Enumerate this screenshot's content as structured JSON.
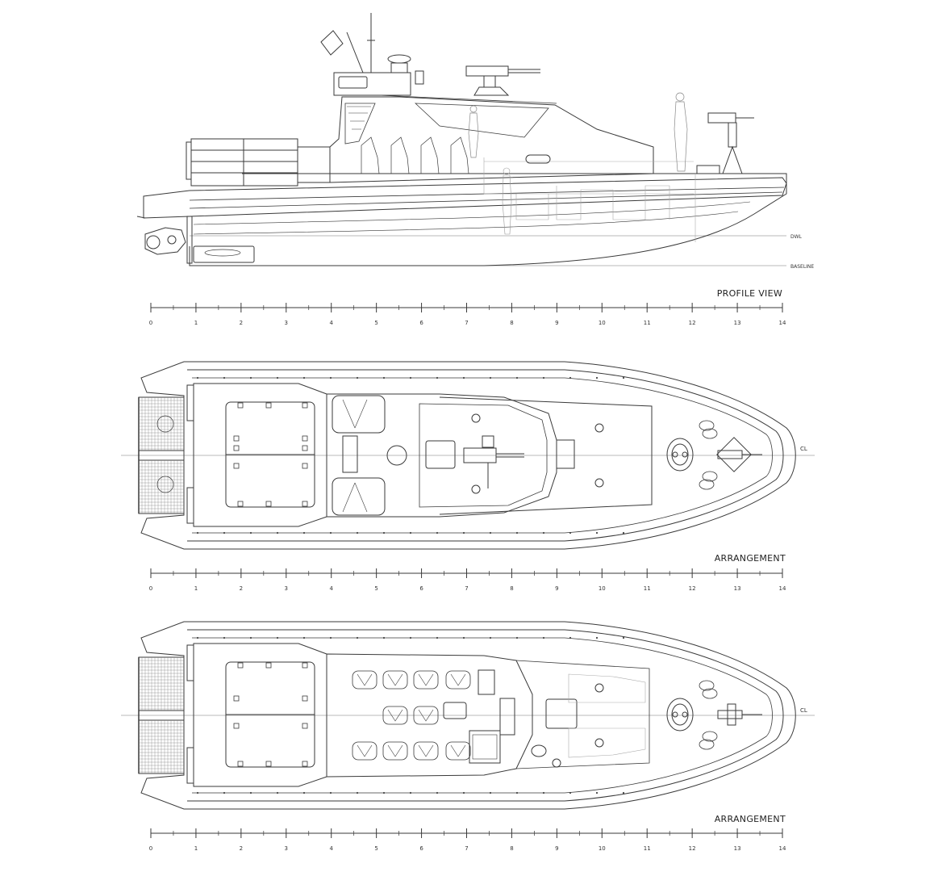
{
  "profile": {
    "title": "PROFILE VIEW",
    "dwl_label": "DWL",
    "baseline_label": "BASELINE"
  },
  "arrangement_1": {
    "title": "ARRANGEMENT",
    "centerline_label": "CL"
  },
  "arrangement_2": {
    "title": "ARRANGEMENT",
    "centerline_label": "CL"
  },
  "scale": {
    "unit_labels": [
      "0",
      "1",
      "2",
      "3",
      "4",
      "5",
      "6",
      "7",
      "8",
      "9",
      "10",
      "11",
      "12",
      "13",
      "14"
    ]
  },
  "colors": {
    "line": "#3a3a3a",
    "light": "#9a9a9a",
    "background": "#ffffff"
  }
}
